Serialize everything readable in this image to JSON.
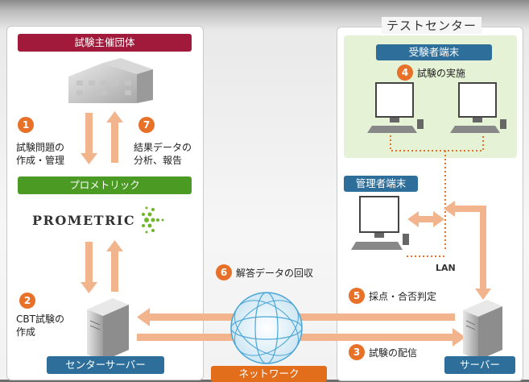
{
  "left": {
    "sponsor_label": "試験主催団体",
    "step1_num": "1",
    "step1_text_line1": "試験問題の",
    "step1_text_line2": "作成・管理",
    "step7_num": "7",
    "step7_text_line1": "結果データの",
    "step7_text_line2": "分析、報告",
    "prometric_bar": "プロメトリック",
    "prometric_logo": "PROMETRIC",
    "step2_num": "2",
    "step2_text_line1": "CBT試験の",
    "step2_text_line2": "作成",
    "center_server": "センターサーバー"
  },
  "middle": {
    "step6_num": "6",
    "step6_text": "解答データの回収",
    "network_label": "ネットワーク",
    "step5_num": "5",
    "step5_text": "採点・合否判定",
    "step3_num": "3",
    "step3_text": "試験の配信"
  },
  "right": {
    "section_title": "テストセンター",
    "examinee_terminal": "受験者端末",
    "step4_num": "4",
    "step4_text": "試験の実施",
    "admin_terminal": "管理者端末",
    "lan_label": "LAN",
    "server_label": "サーバー"
  },
  "colors": {
    "sponsor": "#a21a3b",
    "prometric": "#4a9a24",
    "terminal": "#2d6e9a",
    "network": "#e26e1c",
    "arrow": "#f2b48c",
    "step_badge": "#e8712a"
  }
}
